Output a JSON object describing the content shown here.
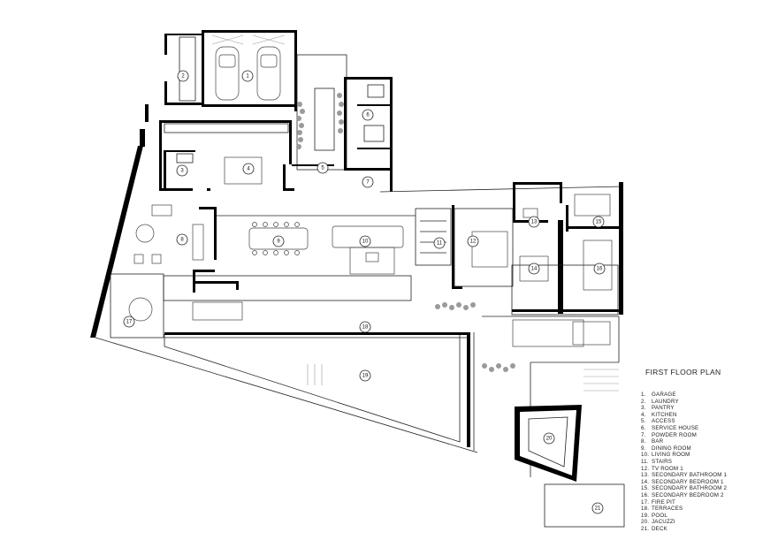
{
  "title": "FIRST FLOOR PLAN",
  "legend": [
    {
      "num": "1.",
      "label": "GARAGE"
    },
    {
      "num": "2.",
      "label": "LAUNDRY"
    },
    {
      "num": "3.",
      "label": "PANTRY"
    },
    {
      "num": "4.",
      "label": "KITCHEN"
    },
    {
      "num": "5.",
      "label": "ACCESS"
    },
    {
      "num": "6.",
      "label": "SERVICE HOUSE"
    },
    {
      "num": "7.",
      "label": "POWDER ROOM"
    },
    {
      "num": "8.",
      "label": "BAR"
    },
    {
      "num": "9.",
      "label": "DINING ROOM"
    },
    {
      "num": "10.",
      "label": "LIVING ROOM"
    },
    {
      "num": "11.",
      "label": "STAIRS"
    },
    {
      "num": "12.",
      "label": "TV ROOM 1"
    },
    {
      "num": "13.",
      "label": "SECONDARY BATHROOM 1"
    },
    {
      "num": "14.",
      "label": "SECONDARY BEDROOM 1"
    },
    {
      "num": "15.",
      "label": "SECONDARY BATHROOM 2"
    },
    {
      "num": "16.",
      "label": "SECONDARY BEDROOM 2"
    },
    {
      "num": "17.",
      "label": "FIRE PIT"
    },
    {
      "num": "18.",
      "label": "TERRACES"
    },
    {
      "num": "19.",
      "label": "POOL"
    },
    {
      "num": "20.",
      "label": "JACUZZI"
    },
    {
      "num": "21.",
      "label": "DECK"
    }
  ],
  "room_labels": [
    "1",
    "2",
    "3",
    "4",
    "5",
    "6",
    "7",
    "8",
    "9",
    "10",
    "11",
    "12",
    "13",
    "14",
    "15",
    "16",
    "17",
    "18",
    "19",
    "20",
    "21"
  ]
}
